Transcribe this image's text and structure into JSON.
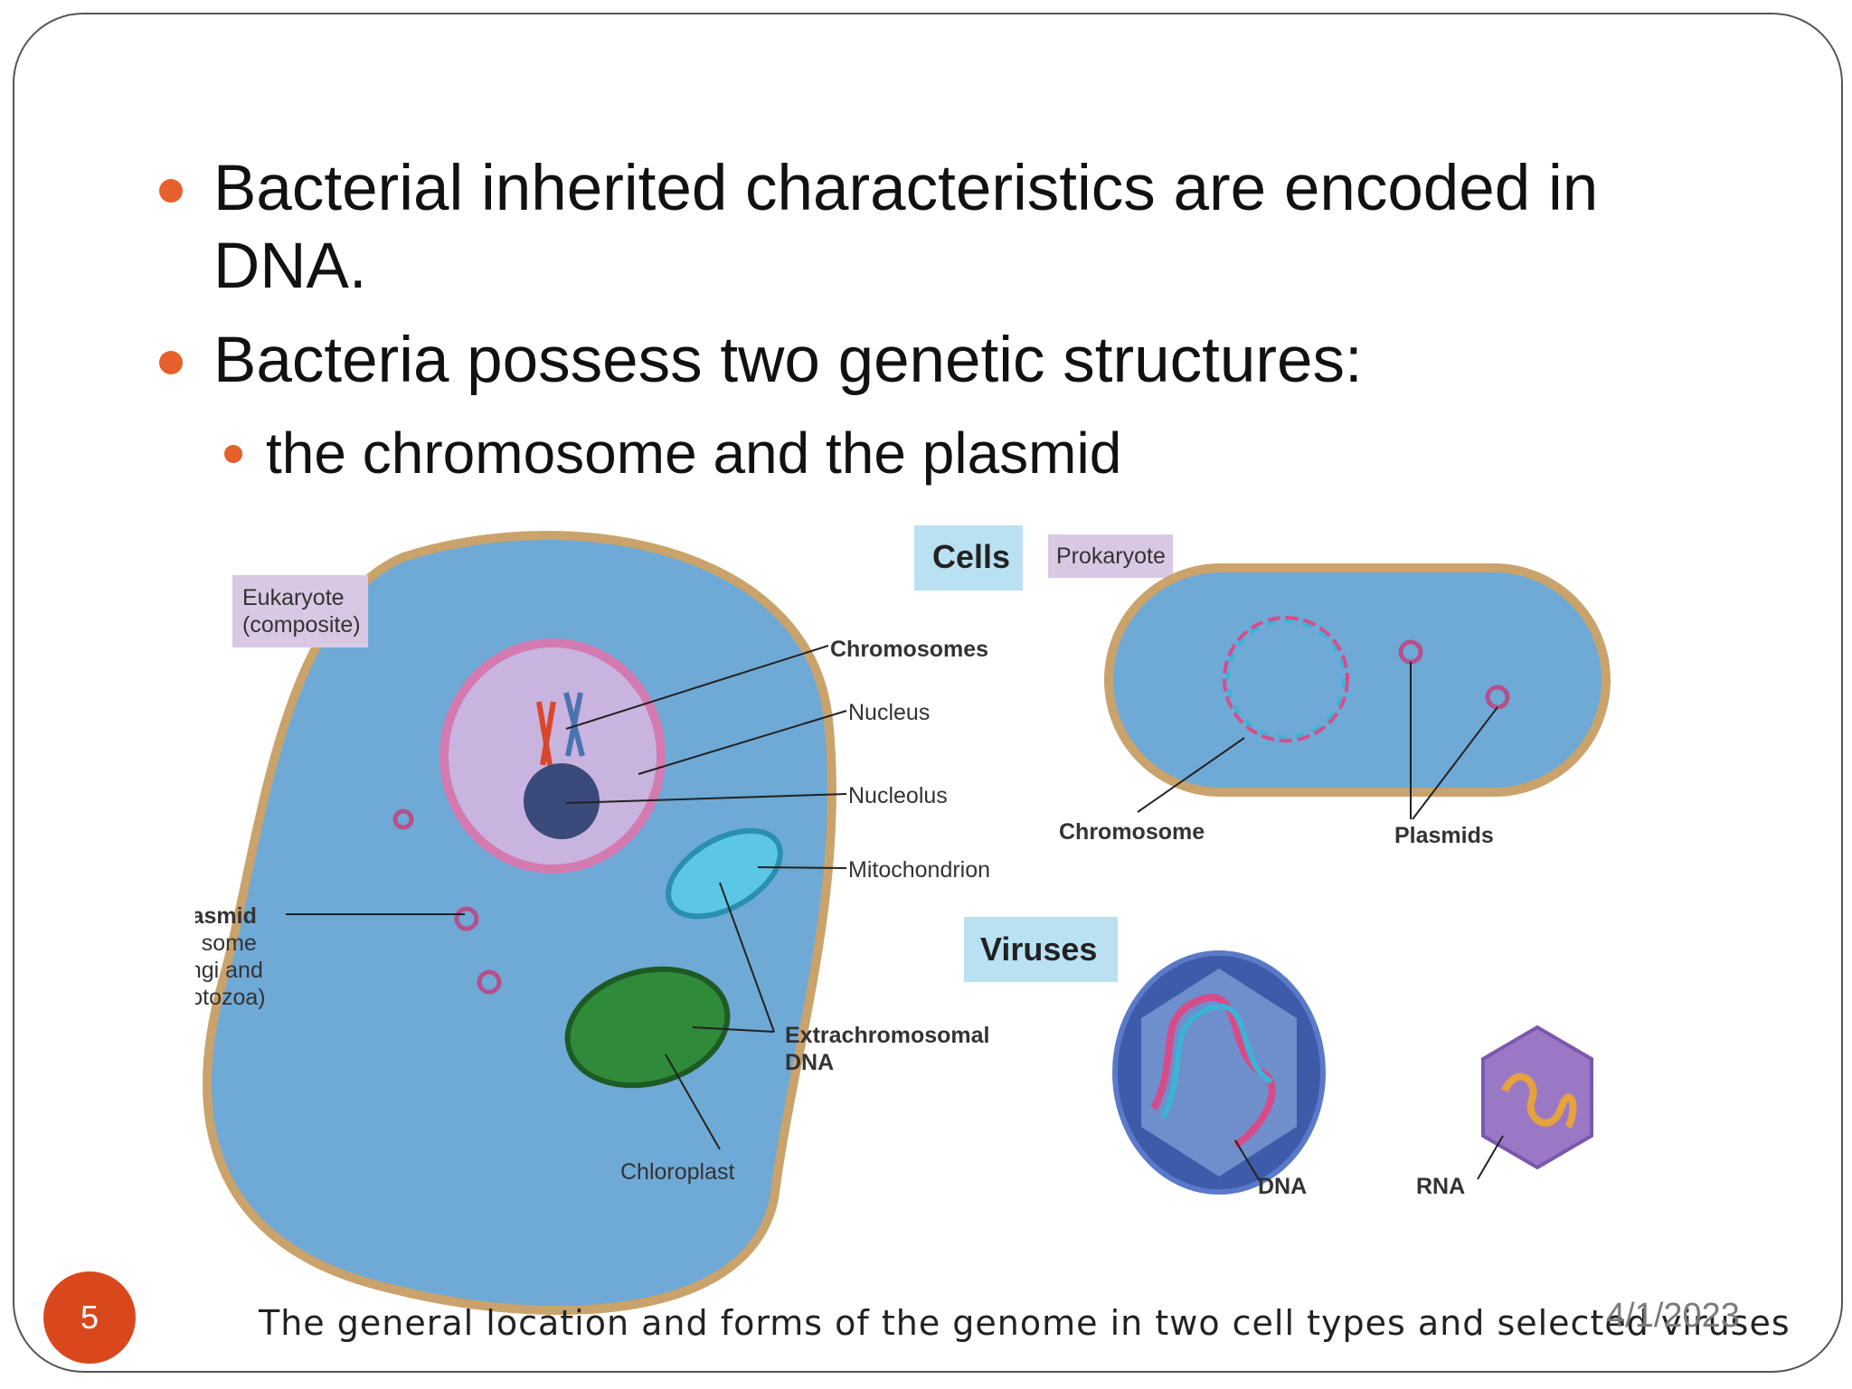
{
  "slide": {
    "bullets": [
      "Bacterial inherited characteristics are encoded in DNA.",
      "Bacteria possess two genetic structures:"
    ],
    "sub_bullets": [
      "the chromosome and the plasmid"
    ],
    "figure": {
      "eukaryote_tag": [
        "Eukaryote",
        "(composite)"
      ],
      "cells_title": "Cells",
      "prokaryote_tag": "Prokaryote",
      "chromosomes": "Chromosomes",
      "nucleus": "Nucleus",
      "nucleolus": "Nucleolus",
      "mitochondrion": "Mitochondrion",
      "plasmid": "Plasmid",
      "plasmid_note": [
        "(in some",
        "fungi and",
        "protozoa)"
      ],
      "extrachromosomal": [
        "Extrachromosomal",
        "DNA"
      ],
      "chloroplast": "Chloroplast",
      "chromosome": "Chromosome",
      "plasmids": "Plasmids",
      "viruses_title": "Viruses",
      "dna": "DNA",
      "rna": "RNA"
    },
    "caption": "The general location and forms of the genome in two cell types and selected viruses",
    "date": "4/1/2023",
    "page_number": "5"
  },
  "colors": {
    "accent": "#e5602a",
    "page_badge": "#d9481c",
    "cell_blue": "#6fa9d6",
    "tag_purple": "#d9c8e4",
    "tag_blue": "#b9e1f2"
  }
}
